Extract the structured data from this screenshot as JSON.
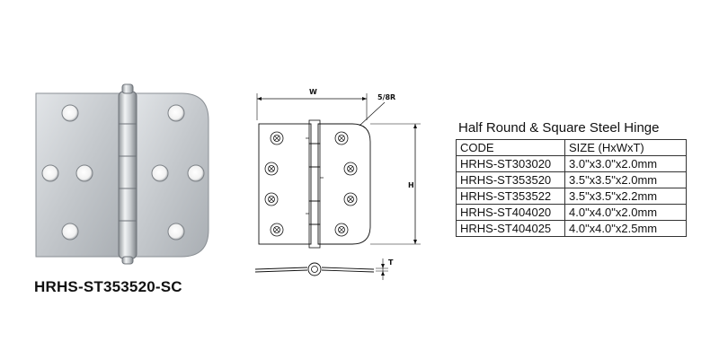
{
  "product_photo": {
    "icon": "steel-hinge-photo"
  },
  "caption": "HRHS-ST353520-SC",
  "drawing": {
    "width_label": "W",
    "height_label": "H",
    "radius_label": "5/8R",
    "thickness_label": "T"
  },
  "table": {
    "title": "Half Round & Square Steel Hinge",
    "headers": [
      "CODE",
      "SIZE (HxWxT)"
    ],
    "rows": [
      [
        "HRHS-ST303020",
        "3.0\"x3.0\"x2.0mm"
      ],
      [
        "HRHS-ST353520",
        "3.5\"x3.5\"x2.0mm"
      ],
      [
        "HRHS-ST353522",
        "3.5\"x3.5\"x2.2mm"
      ],
      [
        "HRHS-ST404020",
        "4.0\"x4.0\"x2.0mm"
      ],
      [
        "HRHS-ST404025",
        "4.0\"x4.0\"x2.5mm"
      ]
    ]
  }
}
